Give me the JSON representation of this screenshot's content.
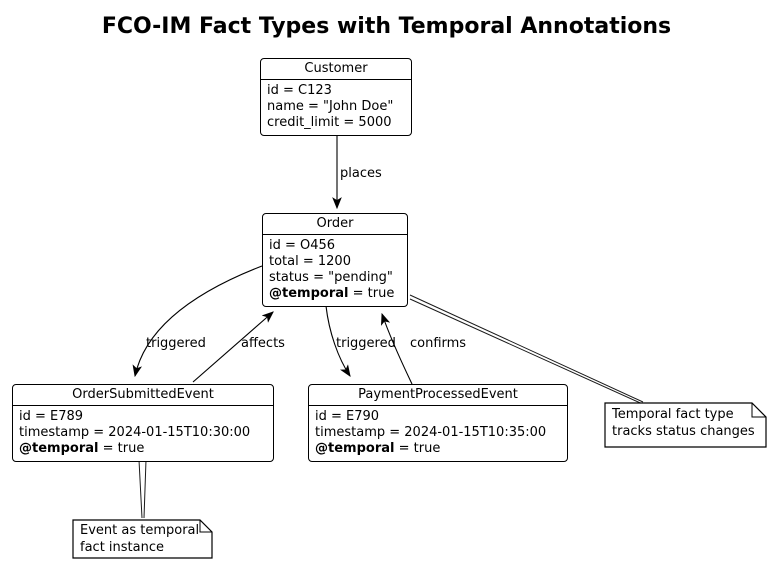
{
  "title": "FCO-IM Fact Types with Temporal Annotations",
  "colors": {
    "ink": "#000000",
    "background": "#ffffff"
  },
  "boxes": {
    "customer": {
      "title": "Customer",
      "line1": "id = C123",
      "line2": "name = \"John Doe\"",
      "line3": "credit_limit = 5000"
    },
    "order": {
      "title": "Order",
      "line1": "id = O456",
      "line2": "total = 1200",
      "line3": "status = \"pending\"",
      "temporal_key": "@temporal",
      "temporal_val": "= true"
    },
    "submitted": {
      "title": "OrderSubmittedEvent",
      "line1": "id = E789",
      "line2": "timestamp = 2024-01-15T10:30:00",
      "temporal_key": "@temporal",
      "temporal_val": "= true"
    },
    "payment": {
      "title": "PaymentProcessedEvent",
      "line1": "id = E790",
      "line2": "timestamp = 2024-01-15T10:35:00",
      "temporal_key": "@temporal",
      "temporal_val": "= true"
    }
  },
  "edge_labels": {
    "places": "places",
    "triggered_left": "triggered",
    "affects": "affects",
    "triggered_right": "triggered",
    "confirms": "confirms"
  },
  "notes": {
    "temporal_fact": {
      "line1": "Temporal fact type",
      "line2": "tracks status changes"
    },
    "event_instance": {
      "line1": "Event as temporal",
      "line2": "fact instance"
    }
  }
}
